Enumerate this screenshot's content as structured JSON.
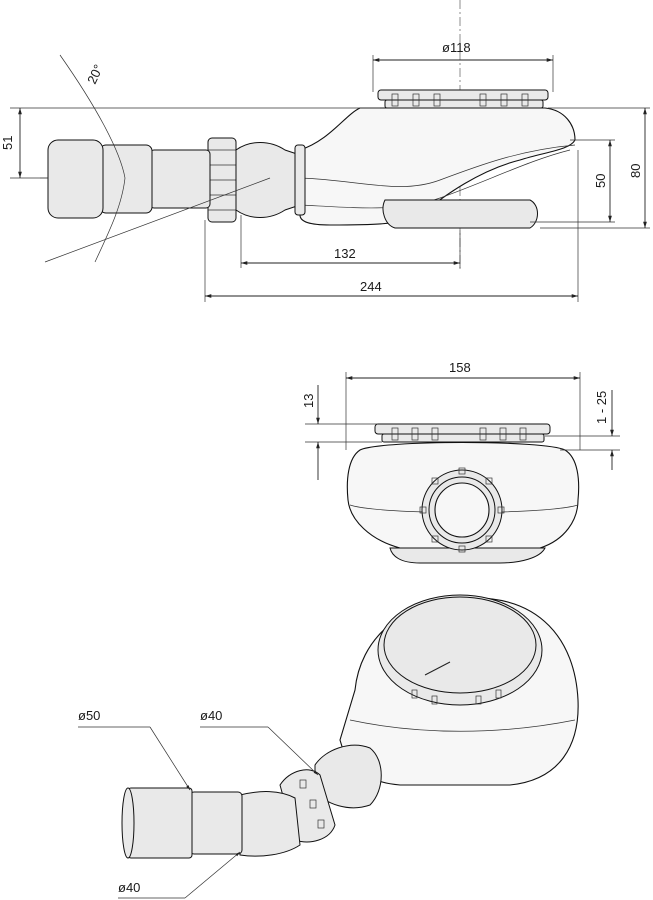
{
  "views": {
    "side": {
      "labels": {
        "angle": "20°",
        "height_51": "51",
        "diameter_118": "ø118",
        "height_50": "50",
        "height_80": "80",
        "length_132": "132",
        "length_244": "244"
      }
    },
    "front": {
      "labels": {
        "width_158": "158",
        "height_13": "13",
        "adjust_1_25": "1 - 25"
      }
    },
    "iso": {
      "labels": {
        "diameter_50": "ø50",
        "diameter_40_top": "ø40",
        "diameter_40_bottom": "ø40"
      }
    }
  }
}
